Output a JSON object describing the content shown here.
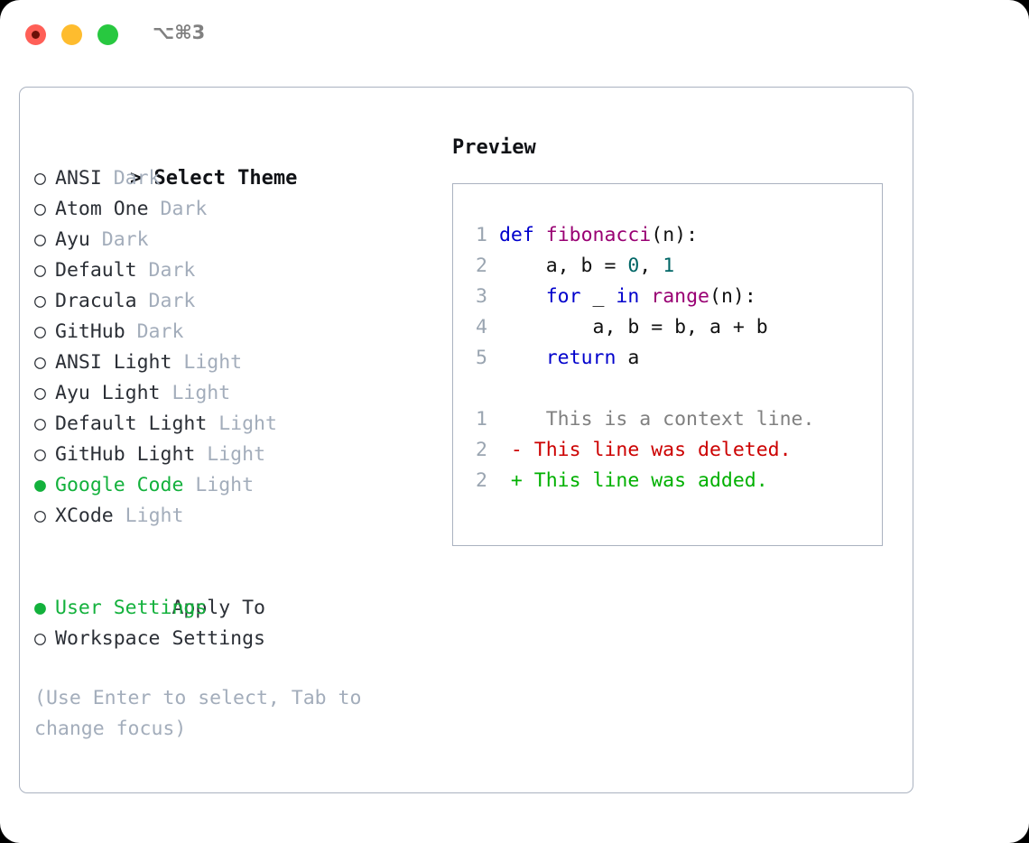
{
  "titlebar": {
    "shortcut": "⌥⌘3",
    "buttons": [
      {
        "name": "close",
        "color": "#ff5f57"
      },
      {
        "name": "minimize",
        "color": "#febc2e"
      },
      {
        "name": "maximize",
        "color": "#28c840"
      }
    ]
  },
  "theme_picker": {
    "heading_prefix": "> ",
    "heading": "Select Theme",
    "bullet_unselected": "○",
    "bullet_selected": "●",
    "items": [
      {
        "name": "ANSI",
        "variant": "Dark",
        "selected": false
      },
      {
        "name": "Atom One",
        "variant": "Dark",
        "selected": false
      },
      {
        "name": "Ayu",
        "variant": "Dark",
        "selected": false
      },
      {
        "name": "Default",
        "variant": "Dark",
        "selected": false
      },
      {
        "name": "Dracula",
        "variant": "Dark",
        "selected": false
      },
      {
        "name": "GitHub",
        "variant": "Dark",
        "selected": false
      },
      {
        "name": "ANSI Light",
        "variant": "Light",
        "selected": false
      },
      {
        "name": "Ayu Light",
        "variant": "Light",
        "selected": false
      },
      {
        "name": "Default Light",
        "variant": "Light",
        "selected": false
      },
      {
        "name": "GitHub Light",
        "variant": "Light",
        "selected": false
      },
      {
        "name": "Google Code",
        "variant": "Light",
        "selected": true
      },
      {
        "name": "XCode",
        "variant": "Light",
        "selected": false
      }
    ]
  },
  "apply_to": {
    "heading": "Apply To",
    "items": [
      {
        "name": "User Settings",
        "selected": true
      },
      {
        "name": "Workspace Settings",
        "selected": false
      }
    ]
  },
  "hint": "(Use Enter to select, Tab to change focus)",
  "preview": {
    "title": "Preview",
    "code_lines": [
      {
        "number": "1",
        "tokens": [
          {
            "t": "def",
            "c": "kw"
          },
          {
            "t": " ",
            "c": "code-text"
          },
          {
            "t": "fibonacci",
            "c": "fn"
          },
          {
            "t": "(n):",
            "c": "code-text"
          }
        ]
      },
      {
        "number": "2",
        "tokens": [
          {
            "t": "    a, b = ",
            "c": "code-text"
          },
          {
            "t": "0",
            "c": "num"
          },
          {
            "t": ", ",
            "c": "code-text"
          },
          {
            "t": "1",
            "c": "num"
          }
        ]
      },
      {
        "number": "3",
        "tokens": [
          {
            "t": "    ",
            "c": "code-text"
          },
          {
            "t": "for",
            "c": "kw"
          },
          {
            "t": " _ ",
            "c": "code-text"
          },
          {
            "t": "in",
            "c": "kw"
          },
          {
            "t": " ",
            "c": "code-text"
          },
          {
            "t": "range",
            "c": "fn"
          },
          {
            "t": "(n):",
            "c": "code-text"
          }
        ]
      },
      {
        "number": "4",
        "tokens": [
          {
            "t": "        a, b = b, a + b",
            "c": "code-text"
          }
        ]
      },
      {
        "number": "5",
        "tokens": [
          {
            "t": "    ",
            "c": "code-text"
          },
          {
            "t": "return",
            "c": "kw"
          },
          {
            "t": " a",
            "c": "code-text"
          }
        ]
      }
    ],
    "diff_lines": [
      {
        "number": "1",
        "marker": " ",
        "text": "  This is a context line.",
        "kind": "ctx"
      },
      {
        "number": "2",
        "marker": "-",
        "text": " This line was deleted.",
        "kind": "del"
      },
      {
        "number": "2",
        "marker": "+",
        "text": " This line was added.",
        "kind": "add"
      }
    ]
  },
  "colors": {
    "accent_green": "#13b13c",
    "dim_gray": "#a3adbb",
    "border": "#aab2c0",
    "keyword_blue": "#0000cc",
    "function_purple": "#990073",
    "number_teal": "#006666",
    "diff_deleted": "#cc0000",
    "diff_added": "#00b000",
    "line_number": "#9aa5b1"
  }
}
